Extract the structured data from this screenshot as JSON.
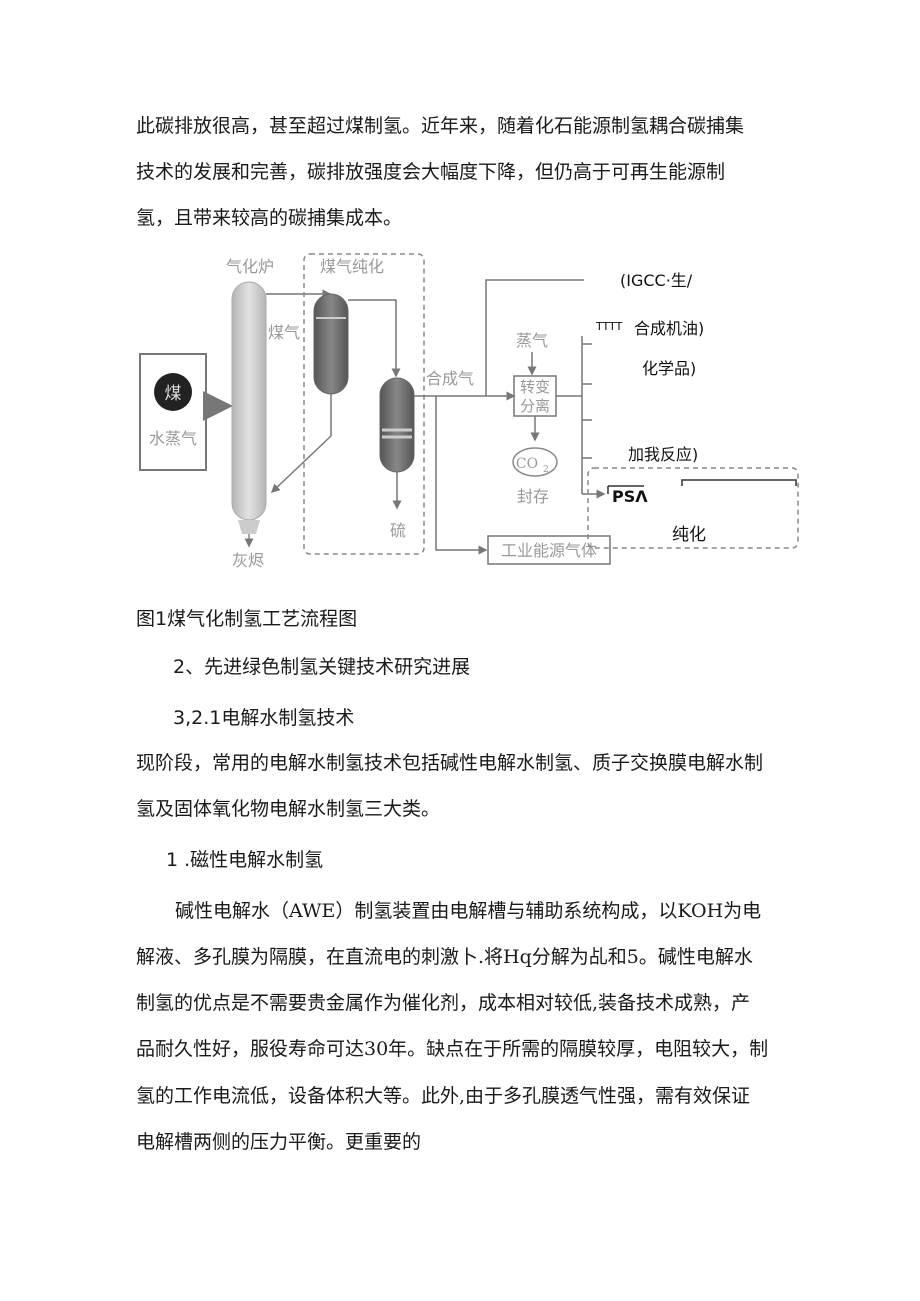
{
  "intro_lines": [
    "此碳排放很高，甚至超过煤制氢。近年来，随着化石能源制氢耦合碳捕集",
    "技术的发展和完善，碳排放强度会大幅度下降，但仍高于可再生能源制",
    "氢，且带来较高的碳捕集成本。"
  ],
  "diagram": {
    "gasifier": "气化炉",
    "coal_gas": "煤气",
    "purification": "煤气纯化",
    "coal": "煤",
    "steam_water": "水蒸气",
    "syngas": "合成气",
    "steam": "蒸气",
    "shift_1": "转变",
    "shift_2": "分离",
    "co2": "CO",
    "co2_sub": "2",
    "storage": "封存",
    "sulfur": "硫",
    "ash": "灰烬",
    "industrial_gas": "工业能源气体",
    "igcc": "(IGCC·生/",
    "ticks": "TTTT",
    "synoil": "合成机油)",
    "chemicals": "化学品)",
    "hydrogenation": "加我反应)",
    "psa": "PSΛ",
    "purify": "纯化"
  },
  "figure_caption": "图1煤气化制氢工艺流程图",
  "section_title": "2、先进绿色制氢关键技术研究进展",
  "subsection_title": "3,2.1电解水制氢技术",
  "para1_lines": [
    "现阶段，常用的电解水制氢技术包括碱性电解水制氢、质子交换膜电解水制",
    "氢及固体氧化物电解水制氢三大类。"
  ],
  "subheading": "1 .磁性电解水制氢",
  "para2_lines": [
    "碱性电解水（AWE）制氢装置由电解槽与辅助系统构成，以KOH为电",
    "解液、多孔膜为隔膜，在直流电的刺激卜.将Hq分解为乩和5。碱性电解水",
    "制氢的优点是不需要贵金属作为催化剂，成本相对较低,装备技术成熟，产",
    "品耐久性好，服役寿命可达30年。缺点在于所需的隔膜较厚，电阻较大，制",
    "氢的工作电流低，设备体积大等。此外,由于多孔膜透气性强，需有效保证",
    "电解槽两侧的压力平衡。更重要的"
  ]
}
